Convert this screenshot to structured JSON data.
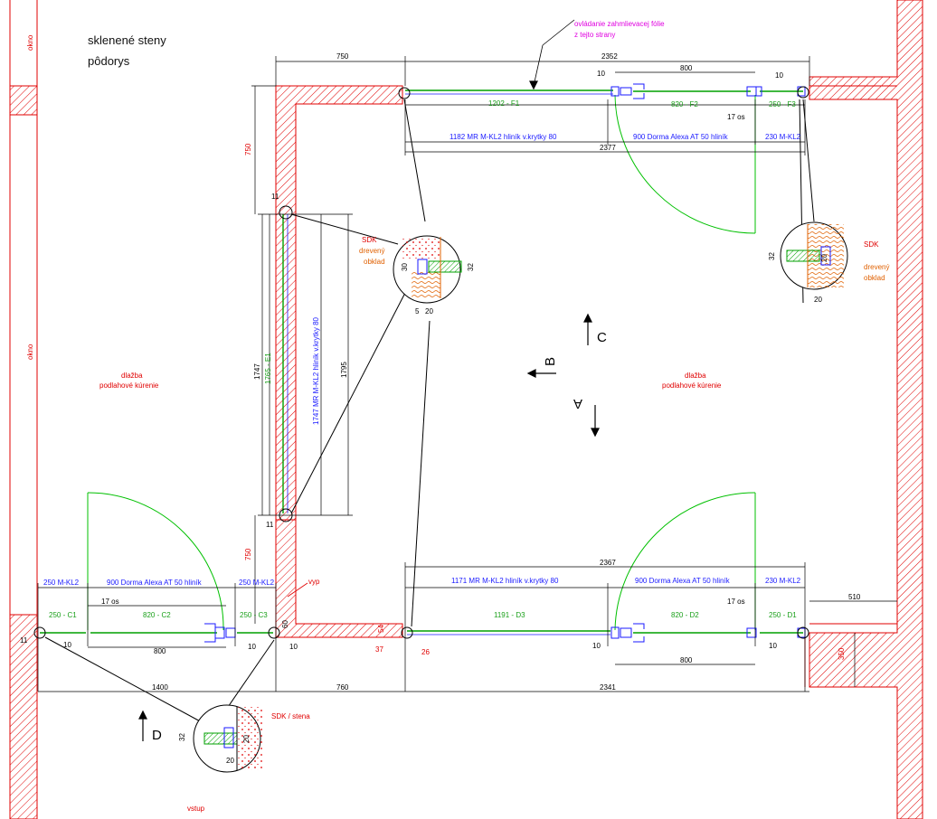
{
  "title": {
    "line1": "sklenené steny",
    "line2": "pôdorys"
  },
  "labels": {
    "okno_top": "okno",
    "okno_mid": "okno",
    "dlazba_left": "dlažba",
    "kurenie_left": "podlahové kúrenie",
    "dlazba_right": "dlažba",
    "kurenie_right": "podlahové kúrenie",
    "ovladanie1": "ovládanie zahmlievacej fólie",
    "ovladanie2": "z tejto strany",
    "vyp": "vyp",
    "vstup": "vstup",
    "sdk1": "SDK",
    "dreveny1a": "drevený",
    "dreveny1b": "obklad",
    "sdk2": "SDK",
    "dreveny2a": "drevený",
    "dreveny2b": "obklad",
    "sdk_stena": "SDK / stena",
    "arrow_a": "A",
    "arrow_b": "B",
    "arrow_c": "C",
    "arrow_d": "D"
  },
  "top_wall": {
    "dim_750": "750",
    "dim_2352": "2352",
    "dim_800": "800",
    "dim_10a": "10",
    "dim_10b": "10",
    "f1": "1202 - F1",
    "f2": "820 - F2",
    "f3": "250 - F3",
    "os17": "17 os",
    "mr": "1182 MR M-KL2 hliník v.krytky 80",
    "dorma": "900 Dorma Alexa AT 50 hliník",
    "mkl": "230 M-KL2",
    "dim_2377": "2377"
  },
  "left_wall": {
    "dim_750_top": "750",
    "dim_11_top": "11",
    "dim_1747": "1747",
    "e1": "1765 - E1",
    "mr": "1747 MR M-KL2 hliník v.krytky 80",
    "dim_1795": "1795",
    "dim_11_bot": "11",
    "dim_750_bot": "750"
  },
  "bottom_left": {
    "mkl_a": "250 M-KL2",
    "dorma": "900 Dorma Alexa AT 50 hliník",
    "mkl_b": "250 M-KL2",
    "os17": "17 os",
    "c1": "250 - C1",
    "c2": "820 - C2",
    "c3": "250 - C3",
    "dim_60": "60",
    "dim_11": "11",
    "dim_10a": "10",
    "dim_10b": "10",
    "dim_10c": "10",
    "dim_800": "800"
  },
  "bottom_right": {
    "dim_2367": "2367",
    "mr": "1171 MR M-KL2 hliník v.krytky 80",
    "dorma": "900 Dorma Alexa AT 50 hliník",
    "mkl": "230 M-KL2",
    "os17": "17 os",
    "dim_510": "510",
    "d3": "1191 - D3",
    "d2": "820 - D2",
    "d1": "250 - D1",
    "dim_54": "54",
    "dim_37": "37",
    "dim_26": "26",
    "dim_10a": "10",
    "dim_10b": "10",
    "dim_800": "800",
    "dim_350": "350"
  },
  "overall": {
    "dim_1400": "1400",
    "dim_760": "760",
    "dim_2341": "2341"
  },
  "details": {
    "d1_32": "32",
    "d1_30": "30",
    "d1_5": "5",
    "d1_20": "20",
    "d2_32": "32",
    "d2_20a": "20",
    "d2_20b": "20",
    "d3_32": "32",
    "d3_20a": "20",
    "d3_20b": "20"
  },
  "colors": {
    "wall": "#e00000",
    "glass": "#00a000",
    "dim": "#000000",
    "spec": "#1a1aff",
    "wood": "#e06000"
  }
}
